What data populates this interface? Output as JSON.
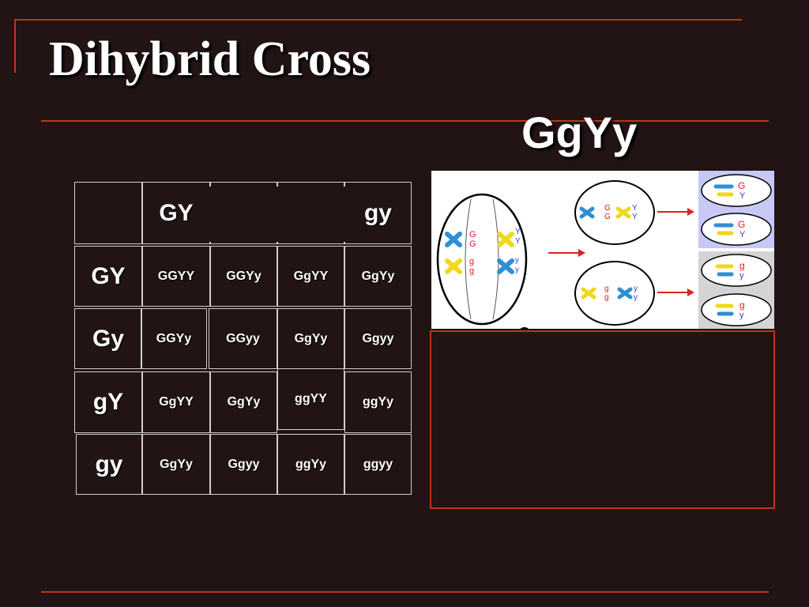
{
  "slide": {
    "title": "Dihybrid Cross",
    "parent_genotype": "GgYy",
    "colors": {
      "background": "#221415",
      "accent_rule": "#b8361c",
      "text": "#ffffff"
    }
  },
  "punnett": {
    "column_headers": [
      "GY",
      "",
      "",
      "gy"
    ],
    "rows": [
      {
        "header": "GY",
        "cells": [
          "GGYY",
          "GGYy",
          "GgYY",
          "GgYy"
        ]
      },
      {
        "header": "Gy",
        "cells": [
          "GGYy",
          "GGyy",
          "GgYy",
          "Ggyy"
        ]
      },
      {
        "header": "gY",
        "cells": [
          "GgYY",
          "GgYy",
          "ggYY",
          "ggYy"
        ]
      },
      {
        "header": "gy",
        "cells": [
          "GgYy",
          "Ggyy",
          "ggYy",
          "ggyy"
        ]
      }
    ]
  },
  "meiosis_figure": {
    "parent_cell_labels": [
      "G",
      "G",
      "g",
      "g",
      "Y",
      "Y",
      "y",
      "y"
    ],
    "upper_cell_labels": [
      "G",
      "G",
      "Y",
      "Y"
    ],
    "lower_cell_labels": [
      "g",
      "g",
      "y",
      "y"
    ],
    "gamete_labels": [
      [
        "G",
        "Y"
      ],
      [
        "G",
        "Y"
      ],
      [
        "g",
        "y"
      ],
      [
        "g",
        "y"
      ]
    ],
    "partial_text": "Or"
  }
}
